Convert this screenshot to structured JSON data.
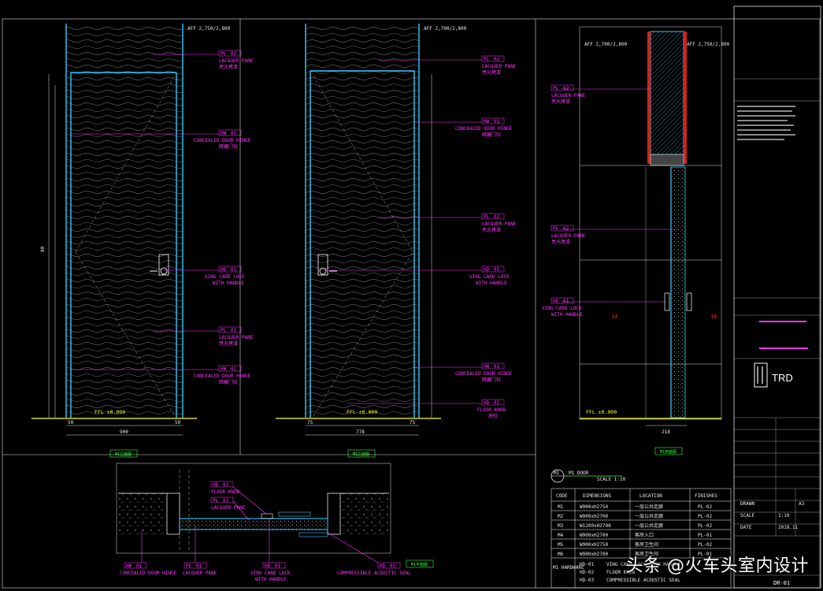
{
  "drawing": {
    "ffl": "FFL ±0.000",
    "affs": [
      "AFF 2,750/2,800",
      "AFF 2,700/2,800",
      "AFF 2,700/2,800",
      "AFF 2,750/2,800"
    ],
    "left_callouts": [
      {
        "tag": "PL",
        "num": "02",
        "text": "LACQUER PANE",
        "sub": "亮光烤漆"
      },
      {
        "tag": "HW",
        "num": "01",
        "text": "CONCEALED DOOR HINGE",
        "sub": "暗藏门铰"
      },
      {
        "tag": "HD",
        "num": "01",
        "text": "VING CARD LOCK",
        "sub": "WITH HANDLE"
      },
      {
        "tag": "PL",
        "num": "01",
        "text": "LACQUER PANE",
        "sub": "亮光烤漆"
      },
      {
        "tag": "HW",
        "num": "01",
        "text": "CONCEALED DOOR HINGE",
        "sub": "暗藏门铰"
      }
    ],
    "mid_callouts": [
      {
        "tag": "PL",
        "num": "02",
        "text": "LACQUER PANE",
        "sub": "亮光烤漆"
      },
      {
        "tag": "HW",
        "num": "01",
        "text": "CONCEALED DOOR HINGE",
        "sub": "暗藏门铰"
      },
      {
        "tag": "PL",
        "num": "02",
        "text": "LACQUER PANE",
        "sub": "亮光烤漆"
      },
      {
        "tag": "HD",
        "num": "01",
        "text": "VING CARD LOCK",
        "sub": "WITH HANDLE"
      },
      {
        "tag": "HW",
        "num": "01",
        "text": "CONCEALED DOOR HINGE",
        "sub": "暗藏门铰"
      },
      {
        "tag": "HD",
        "num": "02",
        "text": "FLOOR KNOB",
        "sub": "地铰"
      }
    ],
    "right_callouts": [
      {
        "tag": "PL",
        "num": "02",
        "text": "LACQUER PANE",
        "sub": "亮光烤漆"
      },
      {
        "tag": "PL",
        "num": "02",
        "text": "LACQUER PANE",
        "sub": "亮光烤漆"
      },
      {
        "tag": "HD",
        "num": "01",
        "text": "VING CARD LOCK",
        "sub": "WITH HANDLE"
      }
    ],
    "bottom_callouts": [
      {
        "tag": "HW",
        "num": "01",
        "text": "CONCEALED DOOR HINGE"
      },
      {
        "tag": "PL",
        "num": "01",
        "text": "LACQUER PANE"
      },
      {
        "tag": "HD",
        "num": "01",
        "text": "VING CARD LOCK",
        "sub": "WITH HANDLE"
      },
      {
        "tag": "HD",
        "num": "03",
        "text": "COMPRESSIBLE ACOUSTIC SEAL"
      },
      {
        "tag": "HD",
        "num": "02",
        "text": "FLOOR KNOB"
      },
      {
        "tag": "PL",
        "num": "02",
        "text": "LACQUER PANE"
      }
    ],
    "view_titles": [
      "M1立面图",
      "M1立面图",
      "M1剖面图",
      "M1平面图"
    ],
    "section_markers": [
      "14",
      "16"
    ],
    "left_dims": [
      "900",
      "50",
      "50",
      "80"
    ],
    "mid_dims": [
      "778",
      "75",
      "75"
    ],
    "right_dims": [
      "218"
    ],
    "schedule": {
      "badge": "M1",
      "title": "M1 DOOR",
      "scale": "SCALE 1:10",
      "header": [
        "CODE",
        "DIMENSIONS",
        "LOCATION",
        "FINISHES"
      ],
      "rows": [
        [
          "M1",
          "W900xH2750",
          "一层公共走廊",
          "PL-02"
        ],
        [
          "M2",
          "W900xH2700",
          "一层公共走廊",
          "PL-02"
        ],
        [
          "M3",
          "W1200xH2700",
          "一层公共走廊",
          "PL-02"
        ],
        [
          "M4",
          "W900xH2700",
          "客房入口",
          "PL-01"
        ],
        [
          "M5",
          "W900xH2750",
          "客房卫生间",
          "PL-02"
        ],
        [
          "M6",
          "W900xH2700",
          "客房卫生间",
          "PL-01"
        ]
      ],
      "hardware": [
        [
          "HD-01",
          "VING CARD LOCK WITH HANDLE"
        ],
        [
          "HD-02",
          "FLOOR KNOB"
        ],
        [
          "HD-03",
          "COMPRESSIBLE ACOUSTIC SEAL"
        ]
      ],
      "notes_label": "M1 HARDWARE"
    },
    "title_block": {
      "logo": "TRD",
      "sheet_no": "DR-01",
      "rows": [
        [
          "SCALE",
          "1:10"
        ],
        [
          "DATE",
          "2018.11"
        ],
        [
          "DRAWN",
          "A3"
        ]
      ]
    }
  },
  "watermark": "头条 @火车头室内设计"
}
